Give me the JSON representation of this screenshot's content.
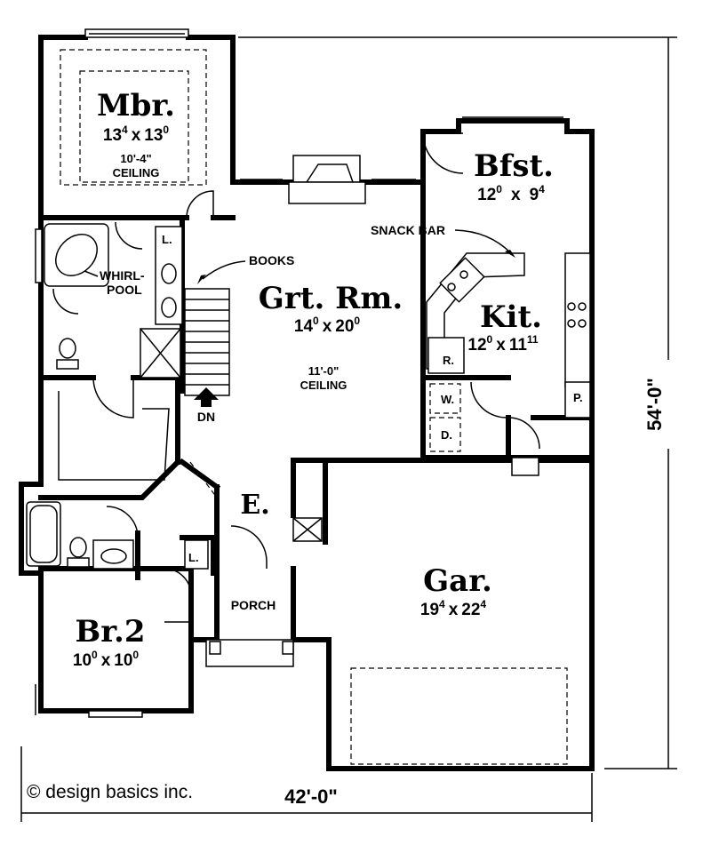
{
  "rooms": {
    "mbr": {
      "name": "Mbr.",
      "size_base_1": "13",
      "size_sup_1": "4",
      "size_base_2": "13",
      "size_sup_2": "0",
      "ceiling_1": "10'-4\"",
      "ceiling_2": "CEILING"
    },
    "bfst": {
      "name": "Bfst.",
      "size_base_1": "12",
      "size_sup_1": "0",
      "size_base_2": "9",
      "size_sup_2": "4"
    },
    "grtrm": {
      "name": "Grt. Rm.",
      "size_base_1": "14",
      "size_sup_1": "0",
      "size_base_2": "20",
      "size_sup_2": "0",
      "ceiling_1": "11'-0\"",
      "ceiling_2": "CEILING"
    },
    "kit": {
      "name": "Kit.",
      "size_base_1": "12",
      "size_sup_1": "0",
      "size_base_2": "11",
      "size_sup_2": "11"
    },
    "gar": {
      "name": "Gar.",
      "size_base_1": "19",
      "size_sup_1": "4",
      "size_base_2": "22",
      "size_sup_2": "4"
    },
    "br2": {
      "name": "Br.2",
      "size_base_1": "10",
      "size_sup_1": "0",
      "size_base_2": "10",
      "size_sup_2": "0"
    },
    "entry": {
      "name": "E."
    },
    "porch": {
      "name": "PORCH"
    }
  },
  "size_separator": "x",
  "labels": {
    "whirlpool_1": "WHIRL-",
    "whirlpool_2": "POOL",
    "books": "BOOKS",
    "snack_bar": "SNACK BAR",
    "dn": "DN",
    "linen_1": "L.",
    "linen_2": "L.",
    "refrigerator": "R.",
    "washer": "W.",
    "dryer": "D.",
    "pantry": "P."
  },
  "dimensions": {
    "width": "42'-0\"",
    "depth": "54'-0\""
  },
  "copyright": "© design basics inc."
}
